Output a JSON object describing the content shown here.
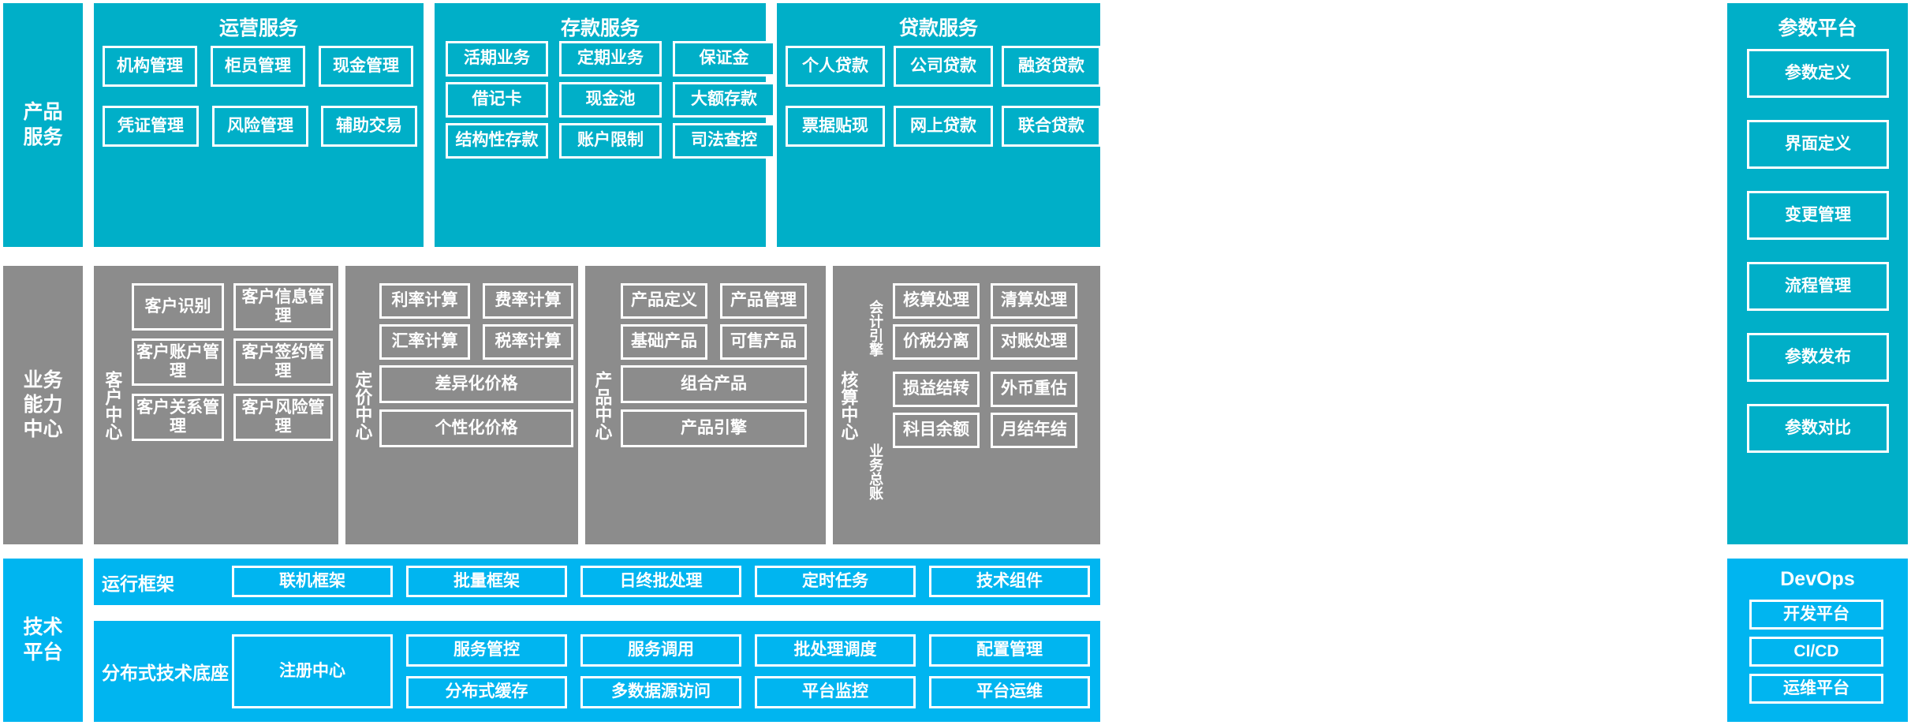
{
  "layers": {
    "product_services": {
      "label": "产品\n服务",
      "groups": [
        {
          "title": "运营服务",
          "cells": [
            "机构管理",
            "柜员管理",
            "现金管理",
            "凭证管理",
            "风险管理",
            "辅助交易"
          ]
        },
        {
          "title": "存款服务",
          "cells": [
            "活期业务",
            "定期业务",
            "保证金",
            "借记卡",
            "现金池",
            "大额存款",
            "结构性存款",
            "账户限制",
            "司法查控"
          ]
        },
        {
          "title": "贷款服务",
          "cells": [
            "个人贷款",
            "公司贷款",
            "融资贷款",
            "票据贴现",
            "网上贷款",
            "联合贷款"
          ]
        }
      ]
    },
    "business_capability": {
      "label": "业务\n能力\n中心",
      "centers": [
        {
          "name": "客户中心",
          "cells": [
            "客户识别",
            "客户信息管理",
            "客户账户管理",
            "客户签约管理",
            "客户关系管理",
            "客户风险管理"
          ]
        },
        {
          "name": "定价中心",
          "cells": [
            "利率计算",
            "费率计算",
            "汇率计算",
            "税率计算"
          ],
          "wide_cells": [
            "差异化价格",
            "个性化价格"
          ]
        },
        {
          "name": "产品中心",
          "cells": [
            "产品定义",
            "产品管理",
            "基础产品",
            "可售产品"
          ],
          "wide_cells": [
            "组合产品",
            "产品引擎"
          ]
        },
        {
          "name": "核算中心",
          "sub_labels": [
            "会计引擎",
            "业务总账"
          ],
          "cells": [
            "核算处理",
            "清算处理",
            "价税分离",
            "对账处理",
            "损益结转",
            "外币重估",
            "科目余额",
            "月结年结"
          ]
        }
      ]
    },
    "technical_platform": {
      "label": "技术\n平台",
      "rows": [
        {
          "name": "运行框架",
          "cells": [
            "联机框架",
            "批量框架",
            "日终批处理",
            "定时任务",
            "技术组件"
          ]
        },
        {
          "name": "分布式技术底座",
          "wide_cell": "注册中心",
          "cells_top": [
            "服务管控",
            "服务调用",
            "批处理调度",
            "配置管理"
          ],
          "cells_bottom": [
            "分布式缓存",
            "多数据源访问",
            "平台监控",
            "平台运维"
          ]
        }
      ]
    }
  },
  "right_columns": {
    "parameter_platform": {
      "title": "参数平台",
      "items": [
        "参数定义",
        "界面定义",
        "变更管理",
        "流程管理",
        "参数发布",
        "参数对比"
      ]
    },
    "devops": {
      "title": "DevOps",
      "items": [
        "开发平台",
        "CI/CD",
        "运维平台"
      ]
    }
  },
  "colors": {
    "teal": "#00AFC8",
    "gray": "#8C8C8C",
    "blue": "#00B5F0",
    "border": "#FFFFFF"
  }
}
